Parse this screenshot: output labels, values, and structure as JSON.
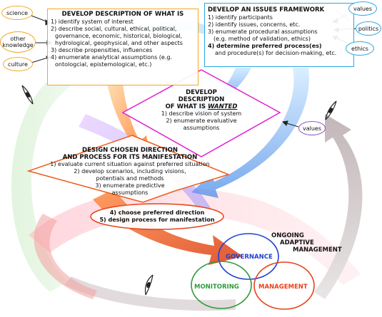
{
  "what_is": {
    "title": "DEVELOP DESCRIPTION OF WHAT IS",
    "items": [
      "1) identify system of interest",
      "2) describe social, cultural, ethical, political,",
      "governance, economic, historical, biological,",
      "hydrological, geophysical, and other aspects",
      "3) describe propensities, influences",
      "4) enumerate analytical assumptions (e.g.",
      "ontologcial, epistemological, etc.)"
    ]
  },
  "issues": {
    "title": "DEVELOP AN ISSUES FRAMEWORK",
    "items": [
      "1) identify participants",
      "2) identify issues, concerns, etc.",
      "3) enumerate procedural assumptions",
      "(e.g. method of validation, ethics)"
    ],
    "item4_bold": "4) determine preferred process(es)",
    "item4_rest": "and procedure(s) for decision-making, etc."
  },
  "wanted": {
    "title_1": "DEVELOP",
    "title_2": "DESCRIPTION",
    "title_3_pre": "OF WHAT IS ",
    "title_3_em": "WANTED",
    "items": [
      "1) describe vision of system",
      "2) enumerate evaluative",
      "assumptions"
    ]
  },
  "design": {
    "title_1": "DESIGN CHOSEN DIRECTION",
    "title_2": "AND PROCESS FOR ITS MANIFESTATION",
    "items": [
      "1) evaluate current situation against preferred situation",
      "2) develop scenarios, including visions,",
      "potentials and methods",
      "3) enumerate predictive",
      "assumptions"
    ],
    "choose_1": "4) choose preferred direction",
    "choose_2": "5) design process for manifestation"
  },
  "inputs_left": [
    "science",
    "other knowledge",
    "culture"
  ],
  "inputs_right": [
    "values",
    "politics",
    "ethics"
  ],
  "values_center": "values",
  "management": {
    "heading": [
      "ONGOING",
      "ADAPTIVE",
      "MANAGEMENT"
    ],
    "governance": "GOVERNANCE",
    "monitoring": "MONITORING",
    "management": "MANAGEMENT"
  },
  "colors": {
    "orange": "#f5a623",
    "blue": "#2aa8e0",
    "magenta": "#e020d0",
    "red": "#e8421a",
    "green": "#2e9a3a",
    "governance_blue": "#1f3fd1"
  }
}
